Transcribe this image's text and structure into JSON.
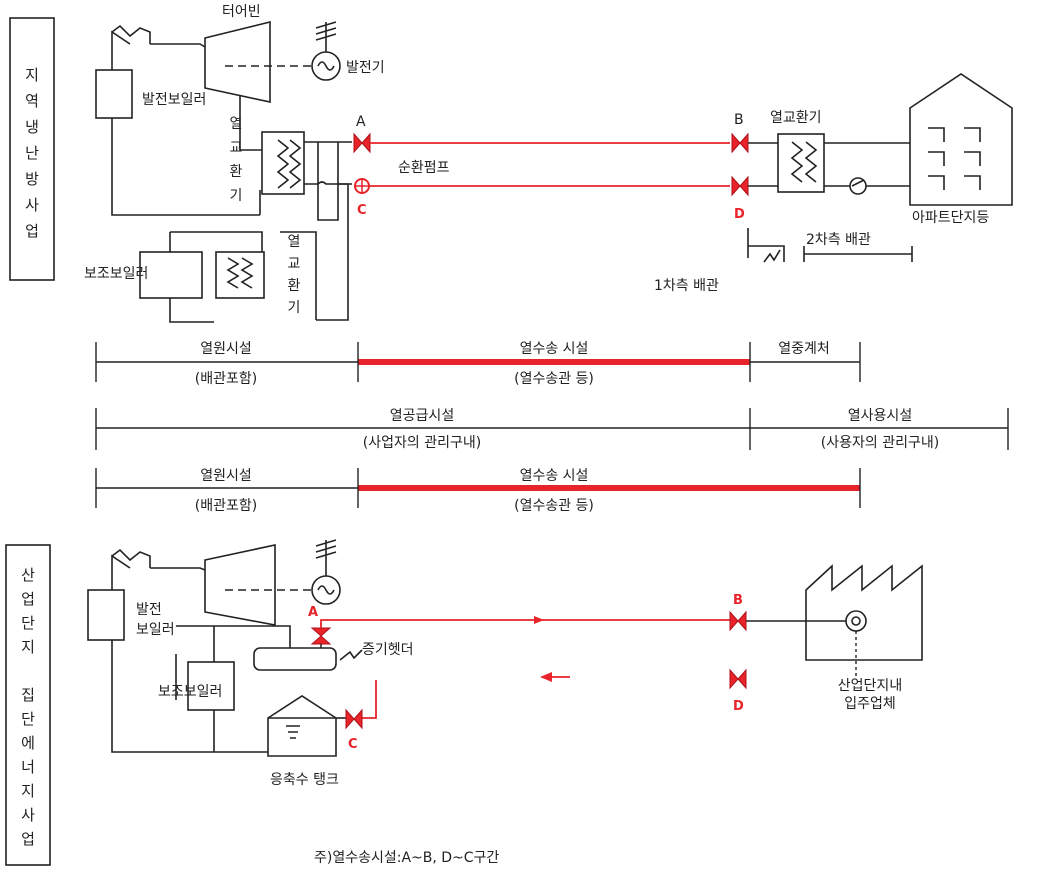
{
  "side_labels": {
    "district": [
      "지",
      "역",
      "냉",
      "난",
      "방",
      "사",
      "업"
    ],
    "industrial": [
      "산",
      "업",
      "단",
      "지",
      "",
      "집",
      "단",
      "에",
      "너",
      "지",
      "사",
      "업"
    ]
  },
  "top": {
    "turbine": "터어빈",
    "generator": "발전기",
    "power_boiler": "발전보일러",
    "hx_left": [
      "열",
      "교",
      "환",
      "기"
    ],
    "pump": "순환펌프",
    "hx_right": "열교환기",
    "apartment": "아파트단지등",
    "aux_boiler": "보조보일러",
    "hx_aux": [
      "열",
      "교",
      "환",
      "기"
    ],
    "secondary_pipe": "2차측 배관",
    "primary_pipe": "1차측 배관",
    "valve_a": "A",
    "valve_b": "B",
    "valve_c": "C",
    "valve_d": "D"
  },
  "ranges1": {
    "source": "열원시설",
    "source_sub": "(배관포함)",
    "transport": "열수송 시설",
    "transport_sub": "(열수송관 등)",
    "relay": "열중계처"
  },
  "ranges2": {
    "supply": "열공급시설",
    "supply_sub": "(사업자의 관리구내)",
    "use": "열사용시설",
    "use_sub": "(사용자의 관리구내)"
  },
  "ranges3": {
    "source": "열원시설",
    "source_sub": "(배관포함)",
    "transport": "열수송 시설",
    "transport_sub": "(열수송관 등)"
  },
  "bottom": {
    "power_boiler_1": "발전",
    "power_boiler_2": "보일러",
    "aux_boiler": "보조보일러",
    "steam_header": "증기헷더",
    "condensate_tank": "응축수 탱크",
    "tenants_1": "산업단지내",
    "tenants_2": "입주업체",
    "valve_a": "A",
    "valve_b": "B",
    "valve_c": "C",
    "valve_d": "D"
  },
  "note": "주)열수송시설:A~B, D~C구간",
  "colors": {
    "pipe_red": "#e8232a",
    "line": "#222222"
  }
}
